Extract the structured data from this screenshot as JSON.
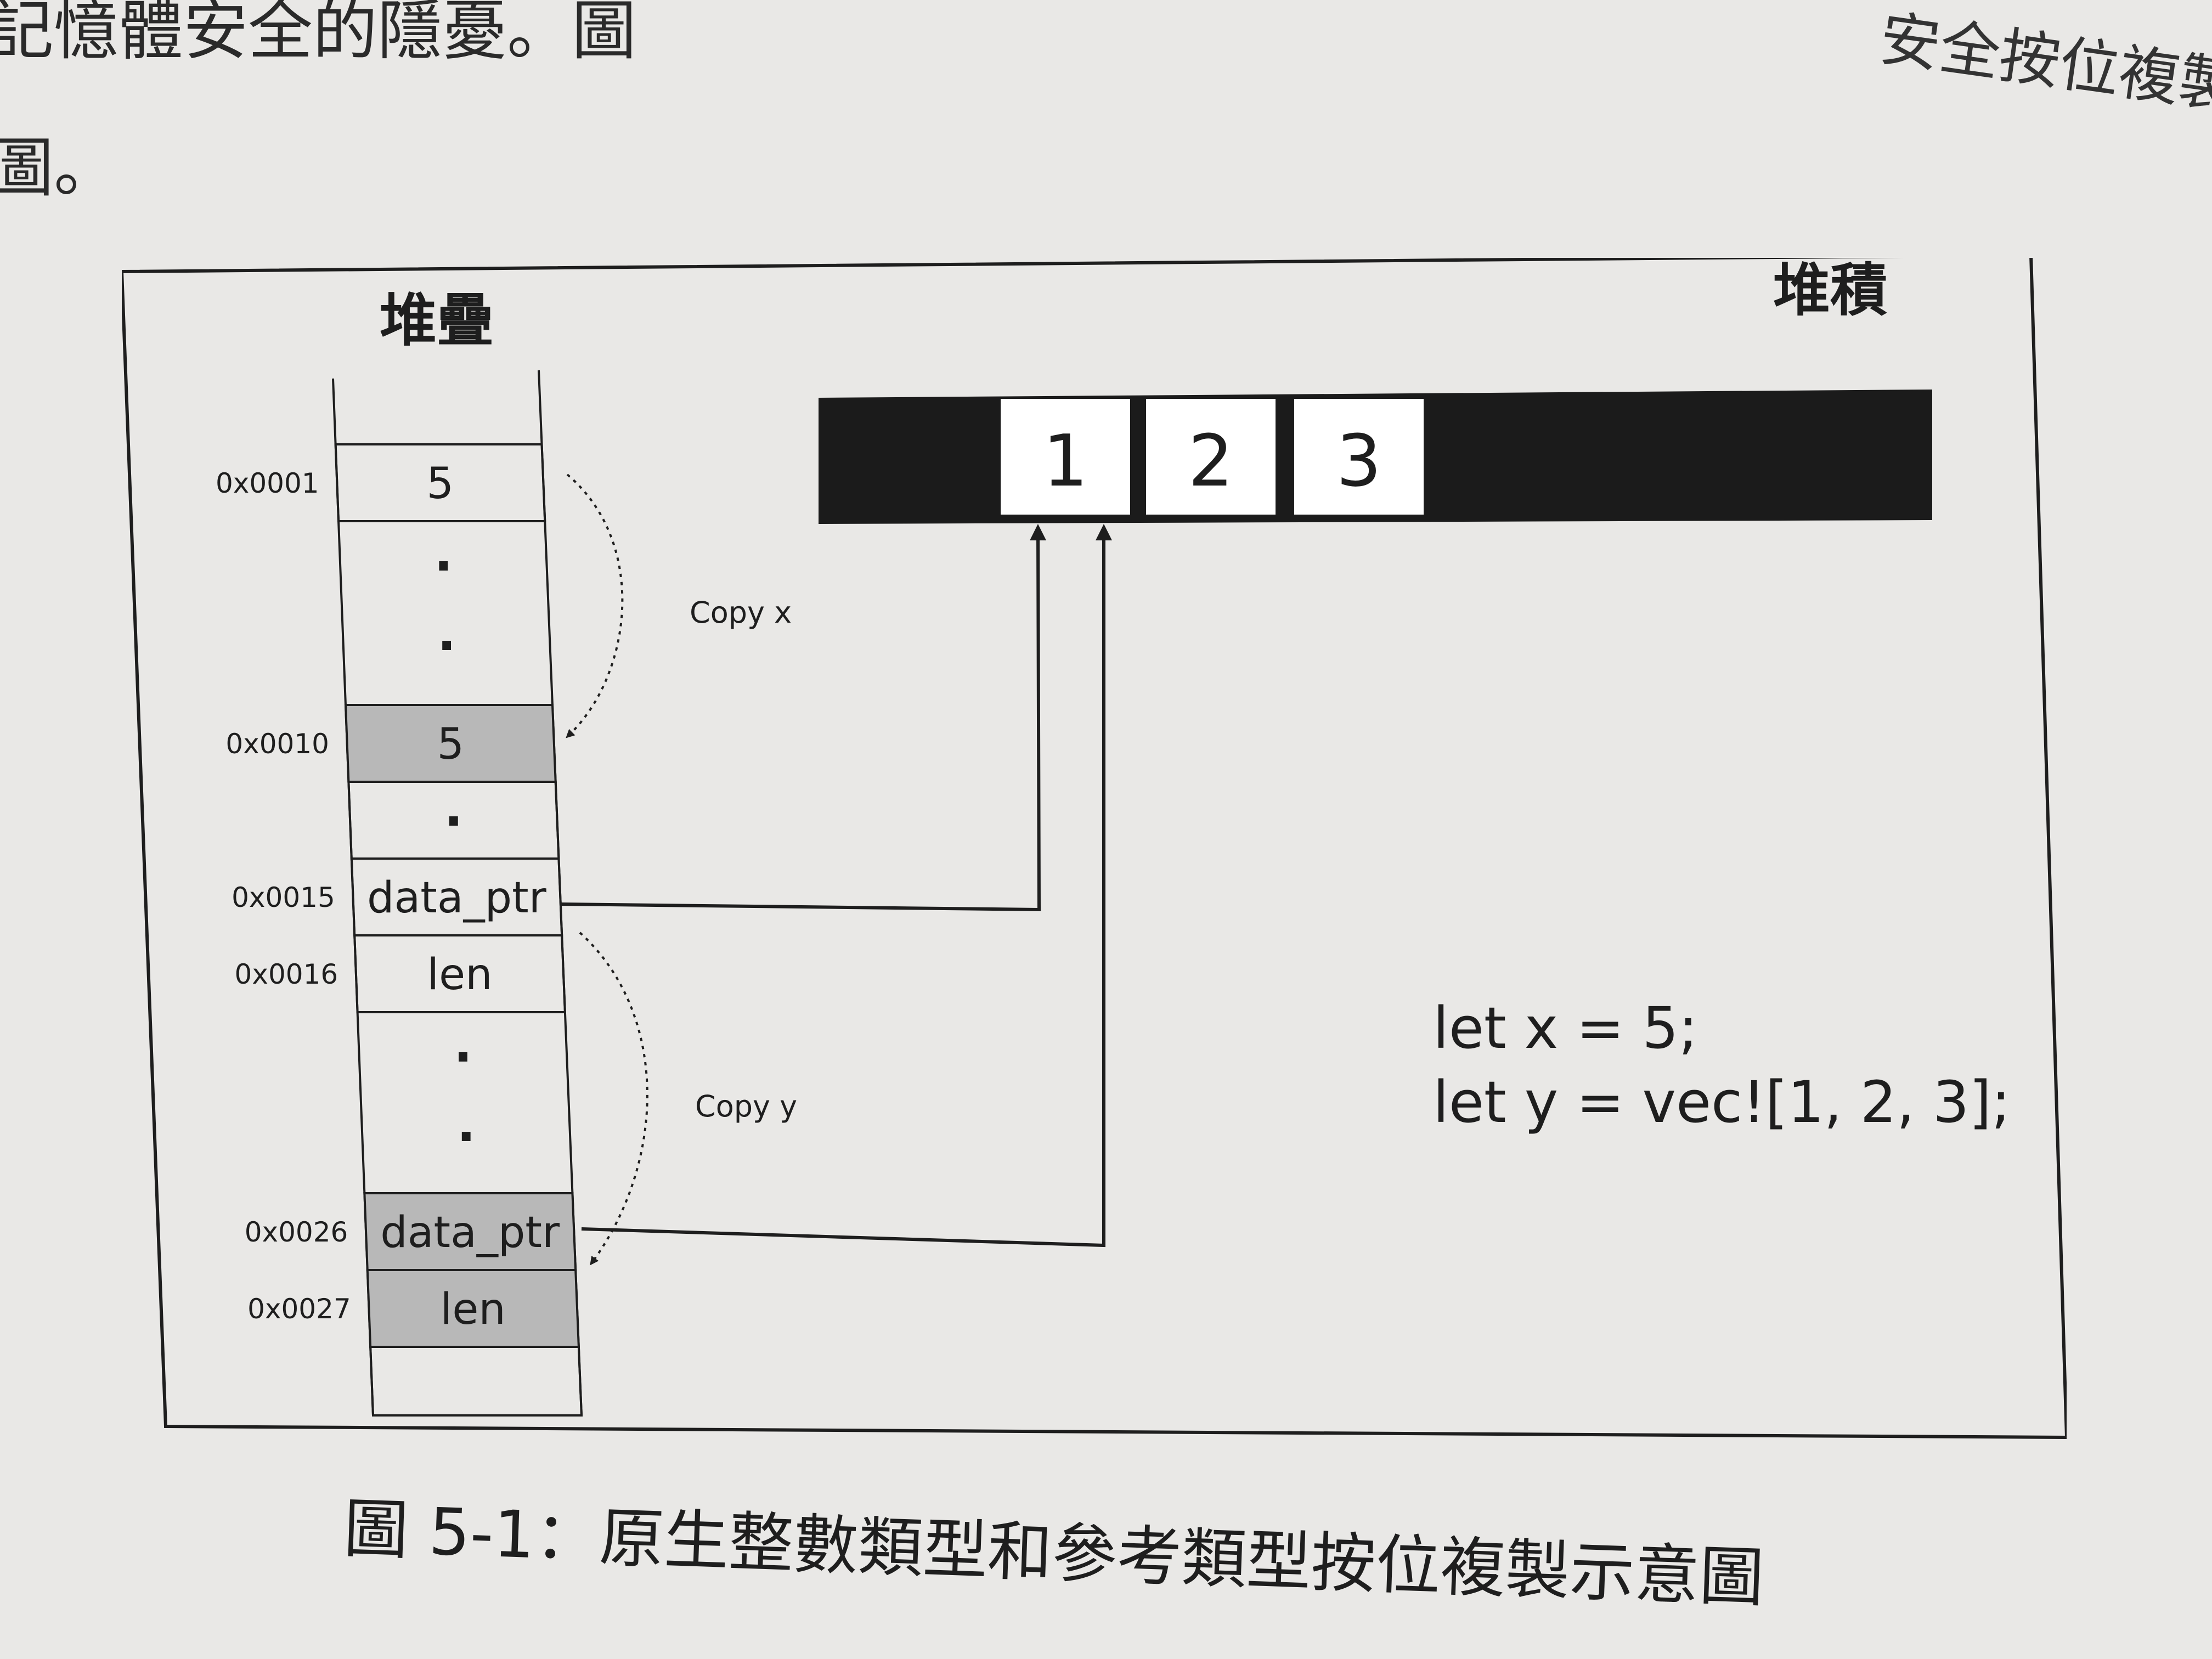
{
  "page": {
    "text_line_1": "記憶體安全的隱憂。圖",
    "text_line_2": "圖。",
    "text_top_right": "安全按位複製的"
  },
  "diagram": {
    "stack_title": "堆疊",
    "heap_title": "堆積",
    "stack_cells": [
      {
        "address": "0x0001",
        "value": "5",
        "highlight": false
      },
      {
        "address": "",
        "value": ".",
        "highlight": false
      },
      {
        "address": "",
        "value": ".",
        "highlight": false
      },
      {
        "address": "0x0010",
        "value": "5",
        "highlight": true
      },
      {
        "address": "",
        "value": ".",
        "highlight": false
      },
      {
        "address": "0x0015",
        "value": "data_ptr",
        "highlight": false
      },
      {
        "address": "0x0016",
        "value": "len",
        "highlight": false
      },
      {
        "address": "",
        "value": ".",
        "highlight": false
      },
      {
        "address": "",
        "value": ".",
        "highlight": false
      },
      {
        "address": "0x0026",
        "value": "data_ptr",
        "highlight": true
      },
      {
        "address": "0x0027",
        "value": "len",
        "highlight": true
      }
    ],
    "copy_labels": [
      "Copy x",
      "Copy y"
    ],
    "heap_values": [
      "1",
      "2",
      "3"
    ],
    "code_lines": [
      "let x = 5;",
      "let y = vec![1, 2, 3];"
    ]
  },
  "caption": "圖 5-1：原生整數類型和參考類型按位複製示意圖",
  "colors": {
    "paper": "#e9e8e6",
    "heap_bar": "#1b1b1b",
    "highlight_cell": "#b8b8b8",
    "line": "#1e1e1e"
  }
}
